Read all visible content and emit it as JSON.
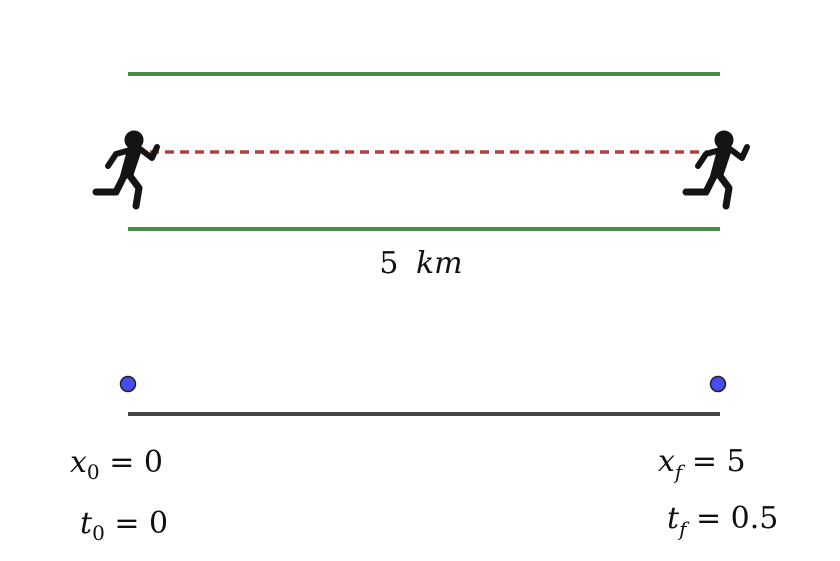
{
  "diagram": {
    "distance_label": {
      "value": "5",
      "unit": "km"
    },
    "start": {
      "position": {
        "var": "x",
        "sub": "0",
        "eq": " = 0"
      },
      "time": {
        "var": "t",
        "sub": "0",
        "eq": " = 0"
      }
    },
    "end": {
      "position": {
        "var": "x",
        "sub": "f",
        "eq": " = 5"
      },
      "time": {
        "var": "t",
        "sub": "f",
        "eq": " = 0.5"
      }
    },
    "colors": {
      "track_lines": "#4a8b45",
      "dashed_path": "#a84444",
      "axis_line": "#444444",
      "points": "#4a4aee",
      "runner": "#141414"
    },
    "icons": [
      "running-person-icon",
      "running-person-icon"
    ]
  }
}
